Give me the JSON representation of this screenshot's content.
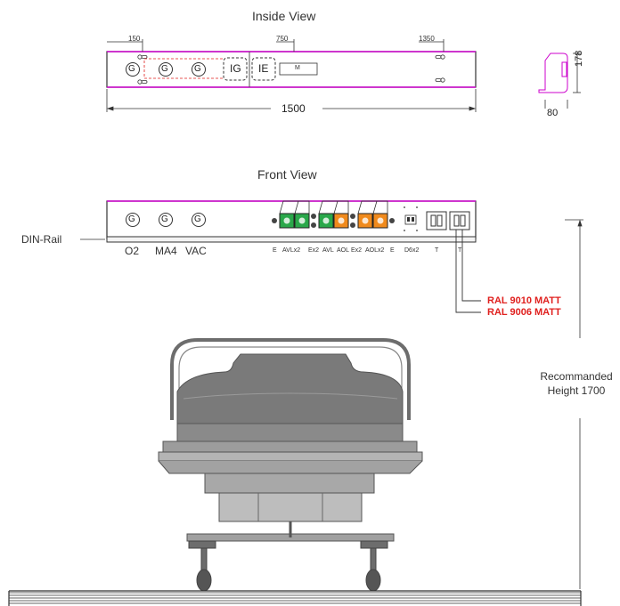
{
  "views": {
    "inside_title": "Inside View",
    "front_title": "Front View"
  },
  "inside_view": {
    "dim_150": "150",
    "dim_750": "750",
    "dim_1350": "1350",
    "length": "1500",
    "gas_symbol": "G",
    "box_ig": "IG",
    "box_ie": "IE",
    "box_m": "M",
    "side_height": "178",
    "side_depth": "80"
  },
  "front_view": {
    "din_rail": "DIN-Rail",
    "gas_outlets": [
      "O2",
      "MA4",
      "VAC"
    ],
    "gas_symbol": "G",
    "socket_labels": [
      "E",
      "AVLx2",
      "Ex2",
      "AVL",
      "AOL",
      "Ex2",
      "AOLx2",
      "E",
      "D6x2",
      "T",
      "T"
    ]
  },
  "colors": {
    "ral_9010": "RAL 9010 MATT",
    "ral_9006": "RAL 9006 MATT",
    "accent_red": "#e0201e",
    "frame_magenta": "#cc00cc",
    "socket_green": "#2aa84a",
    "socket_orange": "#f08a1c"
  },
  "height_note": {
    "line1": "Recommanded",
    "line2": "Height 1700"
  }
}
